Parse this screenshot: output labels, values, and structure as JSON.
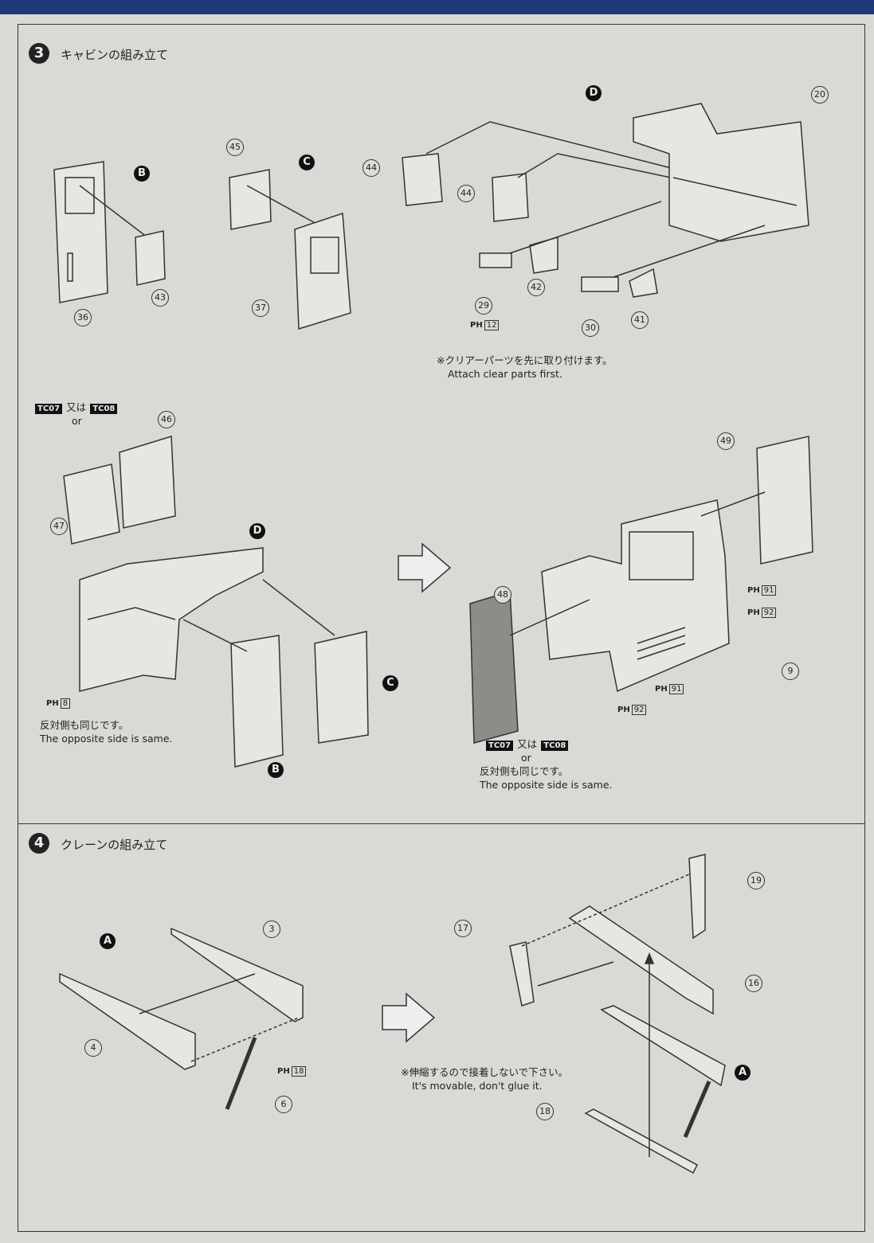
{
  "step3": {
    "number": "3",
    "title": "キャビンの組み立て"
  },
  "step4": {
    "number": "4",
    "title": "クレーンの組み立て"
  },
  "callouts": [
    "36",
    "43",
    "45",
    "37",
    "44",
    "44",
    "20",
    "29",
    "42",
    "30",
    "41",
    "46",
    "47",
    "49",
    "48",
    "9",
    "3",
    "4",
    "6",
    "17",
    "19",
    "16",
    "18"
  ],
  "letters": [
    "B",
    "C",
    "D",
    "D",
    "C",
    "B",
    "A",
    "A"
  ],
  "ph": [
    {
      "p": "PH",
      "n": "12"
    },
    {
      "p": "PH",
      "n": "8"
    },
    {
      "p": "PH",
      "n": "91"
    },
    {
      "p": "PH",
      "n": "92"
    },
    {
      "p": "PH",
      "n": "91"
    },
    {
      "p": "PH",
      "n": "92"
    },
    {
      "p": "PH",
      "n": "18"
    }
  ],
  "tc": {
    "a": "TC07",
    "b": "TC08",
    "mata": "又は",
    "or": "or"
  },
  "notes": {
    "clear_jp": "※クリアーパーツを先に取り付けます。",
    "clear_en": "Attach clear parts first.",
    "same_jp": "反対側も同じです。",
    "same_en": "The opposite side is same.",
    "move_jp": "※伸縮するので接着しないで下さい。",
    "move_en": "It's movable, don't glue it."
  }
}
